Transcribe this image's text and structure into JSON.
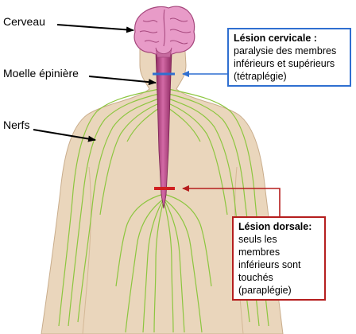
{
  "labels": {
    "brain": "Cerveau",
    "spinal_cord": "Moelle épinière",
    "nerves": "Nerfs"
  },
  "cervical": {
    "title": "Lésion cervicale :",
    "line1": "paralysie des membres",
    "line2": "inférieurs et supérieurs",
    "line3": "(tétraplégie)",
    "color": "#2f6fd0"
  },
  "dorsal": {
    "title": "Lésion dorsale:",
    "line1": "seuls les membres",
    "line2": "inférieurs sont",
    "line3": "touchés",
    "line4": "(paraplégie)",
    "color": "#b51e1e"
  },
  "colors": {
    "skin": "#ead6bc",
    "brain": "#e89bc8",
    "cord": "#b03a7a",
    "nerves": "#8cc63f"
  }
}
